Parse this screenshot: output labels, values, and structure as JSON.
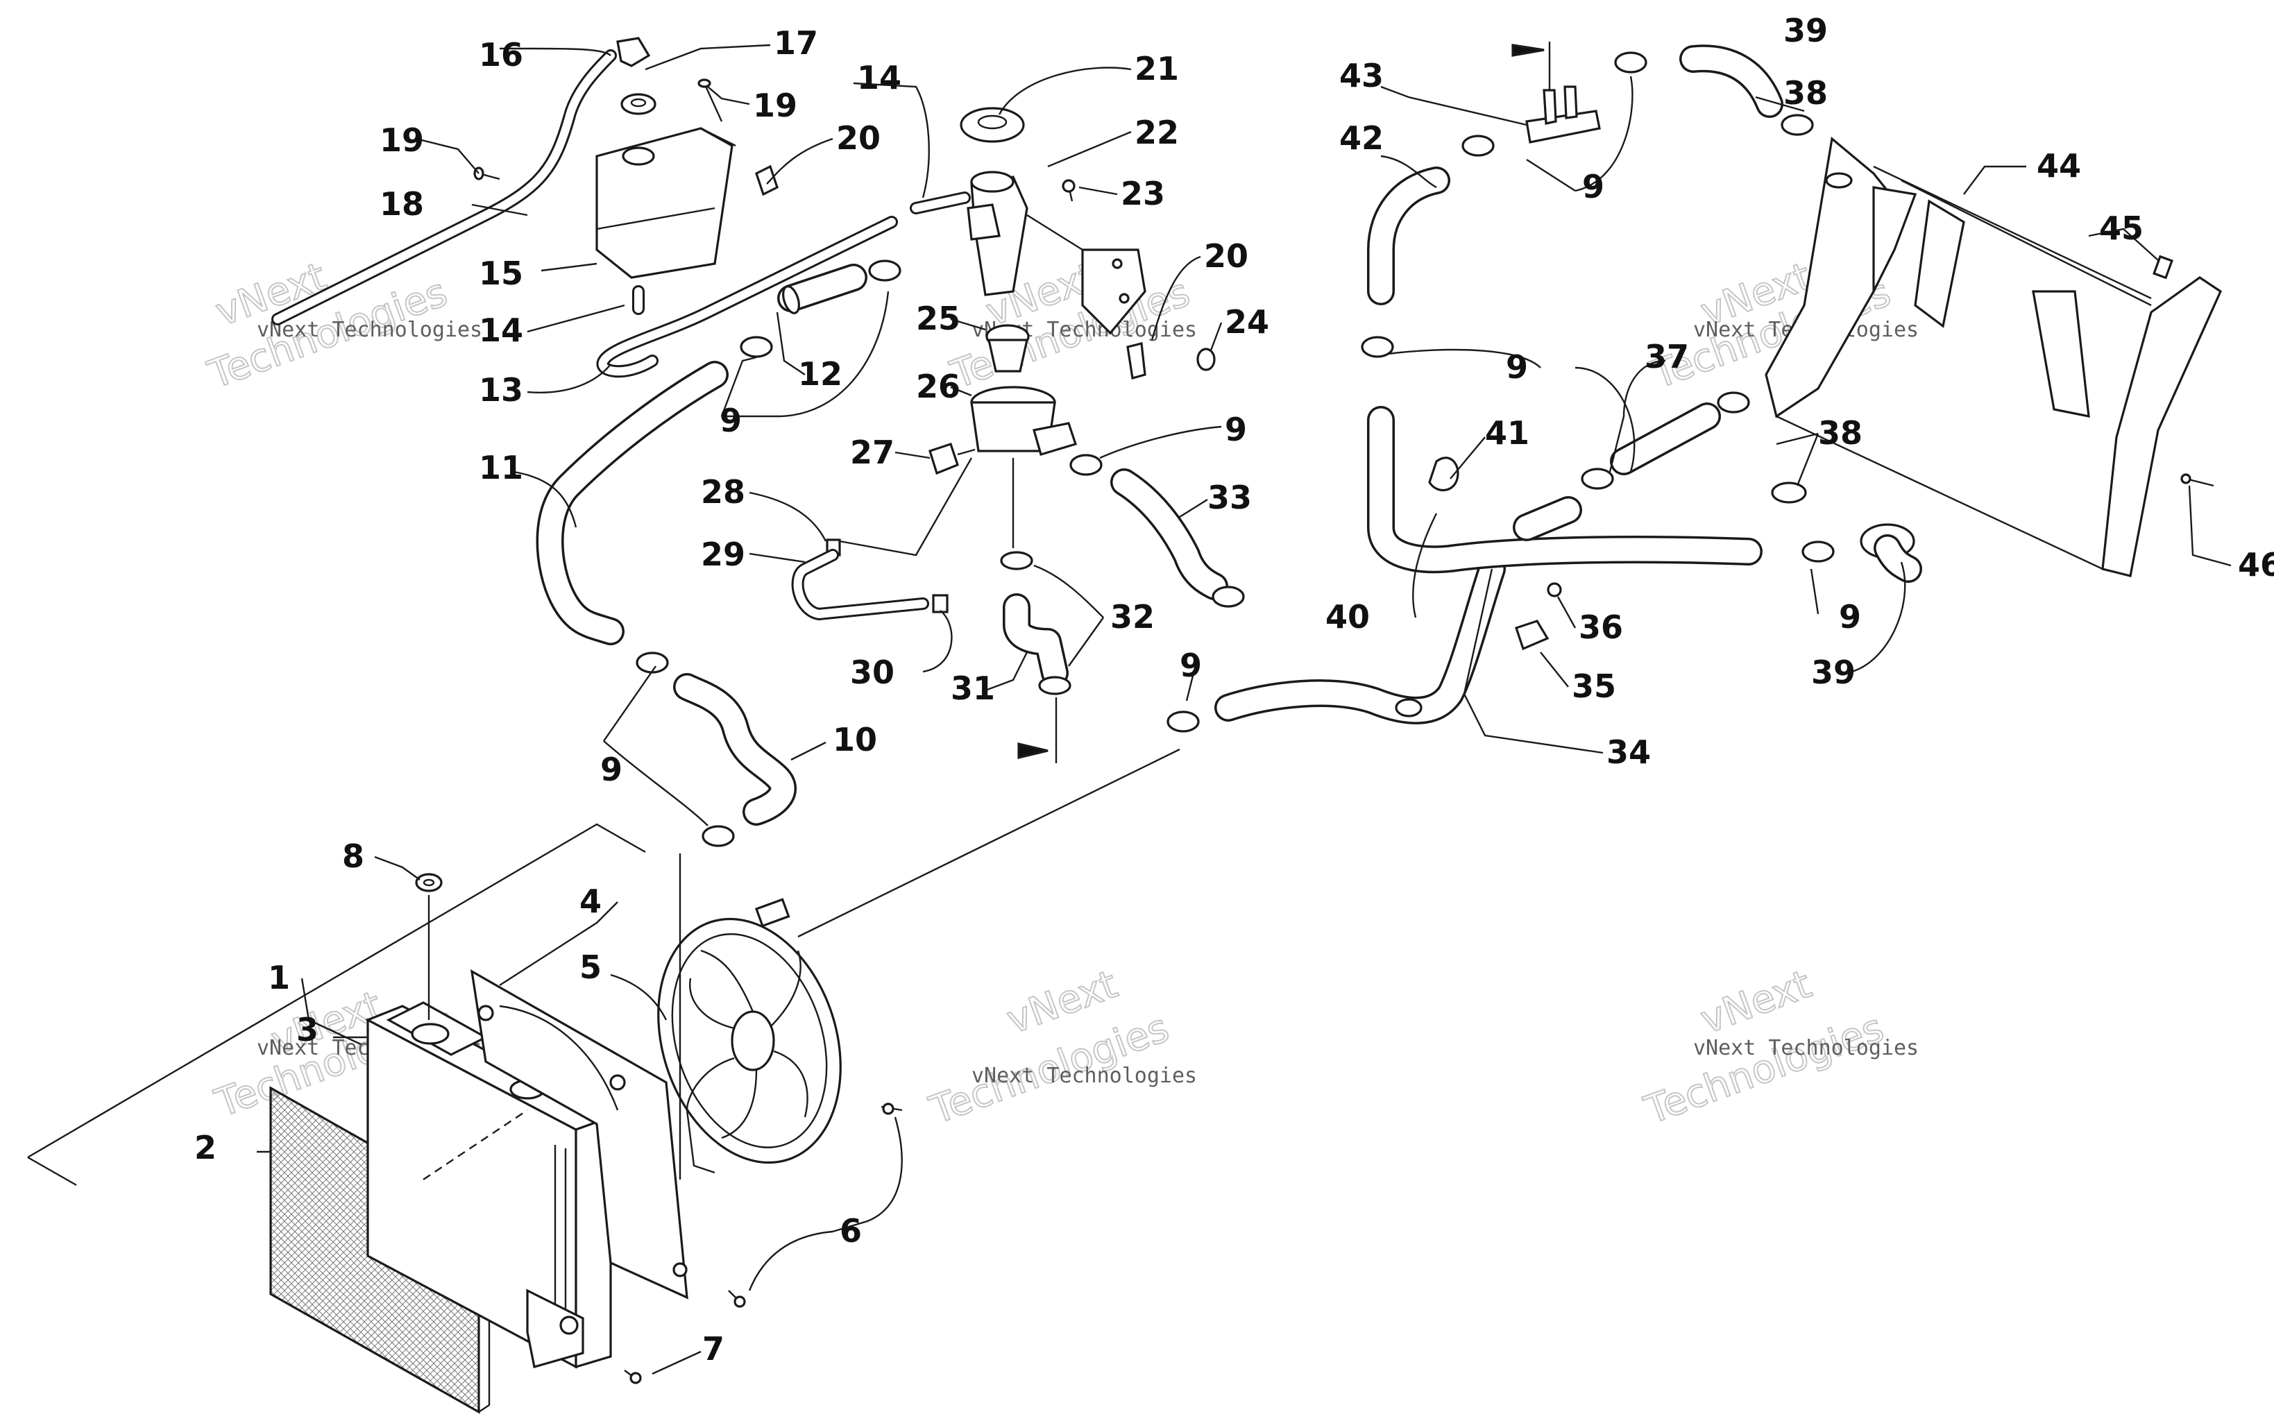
{
  "watermark": {
    "company": "vNext Technologies",
    "word_top": "vNext",
    "word_bottom": "Technologies"
  },
  "callouts": [
    "1",
    "2",
    "3",
    "4",
    "5",
    "6",
    "7",
    "8",
    "9",
    "10",
    "11",
    "12",
    "13",
    "14",
    "15",
    "16",
    "17",
    "18",
    "19",
    "20",
    "21",
    "22",
    "23",
    "24",
    "25",
    "26",
    "27",
    "28",
    "29",
    "30",
    "31",
    "32",
    "33",
    "34",
    "35",
    "36",
    "37",
    "38",
    "39",
    "40",
    "41",
    "42",
    "43",
    "44",
    "45",
    "46"
  ]
}
